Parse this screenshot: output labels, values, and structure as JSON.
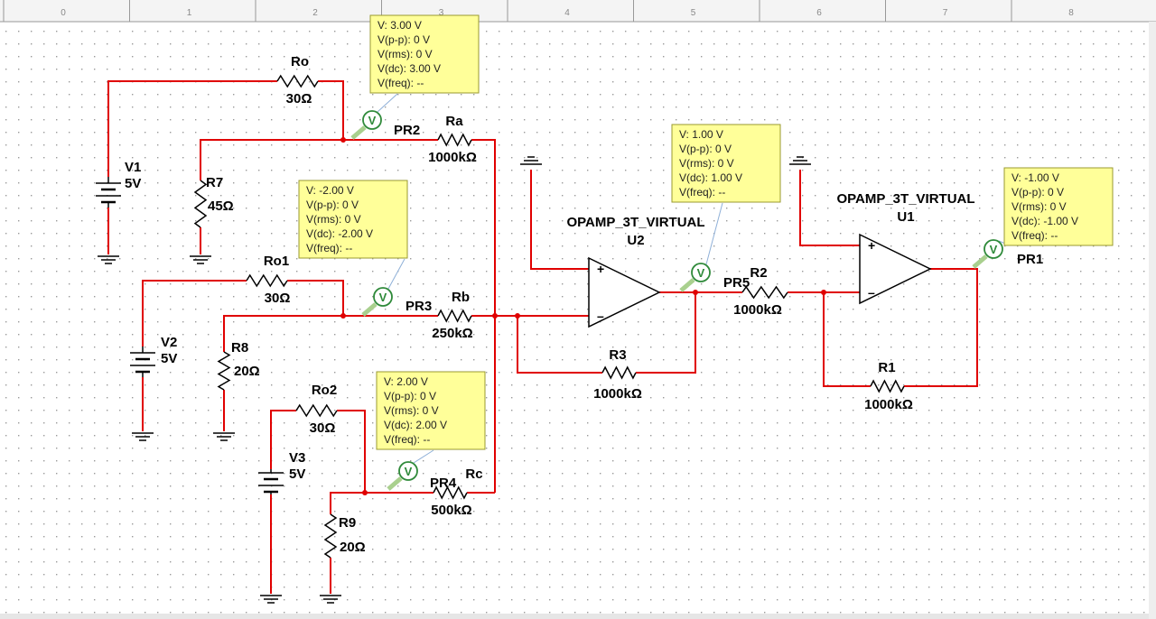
{
  "colors": {
    "wire": "#e00000",
    "component": "#000000",
    "probe_box": "#ffff99",
    "probe_border": "#9a9a30",
    "probe_icon": "#2f8a3a",
    "probe_tip": "#a9d08e",
    "grid_dot": "#9a9a9a",
    "ruler": "#f4f4f4"
  },
  "ruler": {
    "marks": [
      "0",
      "1",
      "2",
      "3",
      "4",
      "5",
      "6",
      "7",
      "8"
    ]
  },
  "components": {
    "ro": {
      "name": "Ro",
      "value": "30Ω"
    },
    "ro1": {
      "name": "Ro1",
      "value": "30Ω"
    },
    "ro2": {
      "name": "Ro2",
      "value": "30Ω"
    },
    "r7": {
      "name": "R7",
      "value": "45Ω"
    },
    "r8": {
      "name": "R8",
      "value": "20Ω"
    },
    "r9": {
      "name": "R9",
      "value": "20Ω"
    },
    "ra": {
      "name": "Ra",
      "value": "1000kΩ"
    },
    "rb": {
      "name": "Rb",
      "value": "250kΩ"
    },
    "rc": {
      "name": "Rc",
      "value": "500kΩ"
    },
    "r3": {
      "name": "R3",
      "value": "1000kΩ"
    },
    "r2": {
      "name": "R2",
      "value": "1000kΩ"
    },
    "r1": {
      "name": "R1",
      "value": "1000kΩ"
    },
    "v1": {
      "name": "V1",
      "value": "5V"
    },
    "v2": {
      "name": "V2",
      "value": "5V"
    },
    "v3": {
      "name": "V3",
      "value": "5V"
    },
    "u2": {
      "type": "OPAMP_3T_VIRTUAL",
      "name": "U2"
    },
    "u1": {
      "type": "OPAMP_3T_VIRTUAL",
      "name": "U1"
    }
  },
  "opamp_pins": {
    "plus": "+",
    "minus": "–"
  },
  "probe_symbol": "V",
  "probes": {
    "pr1": {
      "name": "PR1",
      "lines": [
        "V: -1.00 V",
        "V(p-p): 0 V",
        "V(rms): 0 V",
        "V(dc): -1.00 V",
        "V(freq): --"
      ]
    },
    "pr2": {
      "name": "PR2",
      "lines": [
        "V: 3.00 V",
        "V(p-p): 0 V",
        "V(rms): 0 V",
        "V(dc): 3.00 V",
        "V(freq): --"
      ]
    },
    "pr3": {
      "name": "PR3",
      "lines": [
        "V: -2.00 V",
        "V(p-p): 0 V",
        "V(rms): 0 V",
        "V(dc): -2.00 V",
        "V(freq): --"
      ]
    },
    "pr4": {
      "name": "PR4",
      "lines": [
        "V: 2.00 V",
        "V(p-p): 0 V",
        "V(rms): 0 V",
        "V(dc): 2.00 V",
        "V(freq): --"
      ]
    },
    "pr5": {
      "name": "PR5",
      "lines": [
        "V: 1.00 V",
        "V(p-p): 0 V",
        "V(rms): 0 V",
        "V(dc): 1.00 V",
        "V(freq): --"
      ]
    }
  }
}
